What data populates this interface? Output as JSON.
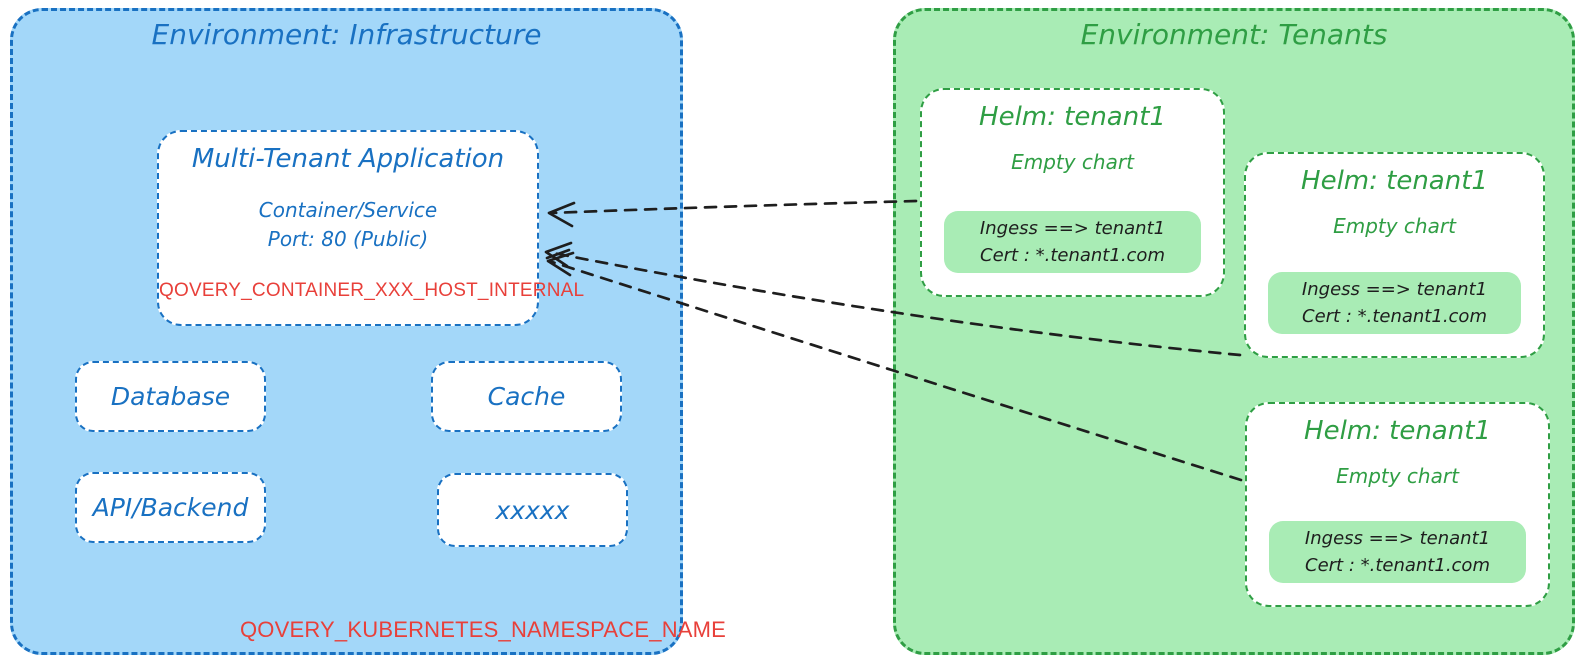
{
  "colors": {
    "blue_stroke": "#1971c2",
    "blue_fill": "#a3d7f9",
    "green_stroke": "#2f9e44",
    "green_fill": "#a9ecb5",
    "red": "#e8403a",
    "ink": "#1e1e1e"
  },
  "infrastructure": {
    "title": "Environment: Infrastructure",
    "app_box": {
      "title": "Multi-Tenant Application",
      "service_line": "Container/Service",
      "port_line": "Port: 80 (Public)",
      "host_env_var": "QOVERY_CONTAINER_XXX_HOST_INTERNAL"
    },
    "service_boxes": [
      {
        "label": "Database"
      },
      {
        "label": "Cache"
      },
      {
        "label": "API/Backend"
      },
      {
        "label": "xxxxx"
      }
    ],
    "namespace_env_var": "QOVERY_KUBERNETES_NAMESPACE_NAME"
  },
  "tenants": {
    "title": "Environment: Tenants",
    "helm_boxes": [
      {
        "title": "Helm: tenant1",
        "subtitle": "Empty chart",
        "ingress_line": "Ingess ==> tenant1",
        "cert_line": "Cert : *.tenant1.com"
      },
      {
        "title": "Helm: tenant1",
        "subtitle": "Empty chart",
        "ingress_line": "Ingess ==> tenant1",
        "cert_line": "Cert : *.tenant1.com"
      },
      {
        "title": "Helm: tenant1",
        "subtitle": "Empty chart",
        "ingress_line": "Ingess ==> tenant1",
        "cert_line": "Cert : *.tenant1.com"
      }
    ]
  },
  "arrows": [
    {
      "from": "helm-tenant1-box-1",
      "to": "multi-tenant-application",
      "style": "dashed"
    },
    {
      "from": "helm-tenant1-box-2",
      "to": "multi-tenant-application",
      "style": "dashed"
    },
    {
      "from": "helm-tenant1-box-3",
      "to": "multi-tenant-application",
      "style": "dashed"
    }
  ]
}
